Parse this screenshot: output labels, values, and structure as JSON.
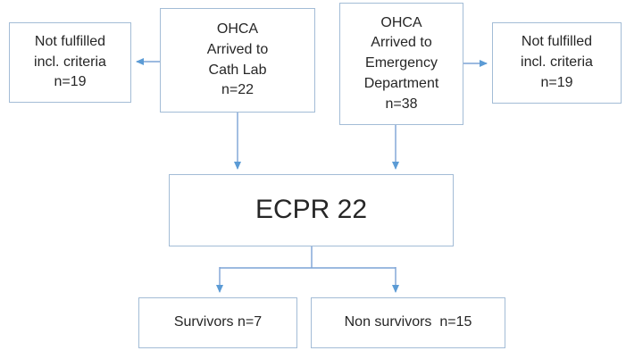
{
  "diagram": {
    "type": "flowchart",
    "background": "#ffffff",
    "colors": {
      "connector_line": "#7ca3d6",
      "arrowhead": "#5b9bd5",
      "box_border": "#a3bcd6",
      "text": "#262626"
    },
    "nodes": {
      "not_fulfilled_left": {
        "lines": [
          "Not fulfilled",
          "incl. criteria",
          "n=19"
        ]
      },
      "cath_lab": {
        "lines": [
          "OHCA",
          "Arrived to",
          "Cath Lab",
          "n=22"
        ]
      },
      "emergency_department": {
        "lines": [
          "OHCA",
          "Arrived to",
          "Emergency",
          "Department",
          "n=38"
        ]
      },
      "not_fulfilled_right": {
        "lines": [
          "Not fulfilled",
          "incl. criteria",
          "n=19"
        ]
      },
      "ecpr": {
        "label": "ECPR 22"
      },
      "survivors": {
        "label": "Survivors n=7"
      },
      "non_survivors": {
        "label": "Non survivors  n=15"
      }
    },
    "edges": [
      {
        "from": "cath_lab",
        "to": "not_fulfilled_left",
        "arrow": true
      },
      {
        "from": "emergency_department",
        "to": "not_fulfilled_right",
        "arrow": true
      },
      {
        "from": "cath_lab",
        "to": "ecpr",
        "arrow": true
      },
      {
        "from": "emergency_department",
        "to": "ecpr",
        "arrow": true
      },
      {
        "from": "ecpr",
        "to": "survivors",
        "arrow": true
      },
      {
        "from": "ecpr",
        "to": "non_survivors",
        "arrow": true
      }
    ]
  }
}
